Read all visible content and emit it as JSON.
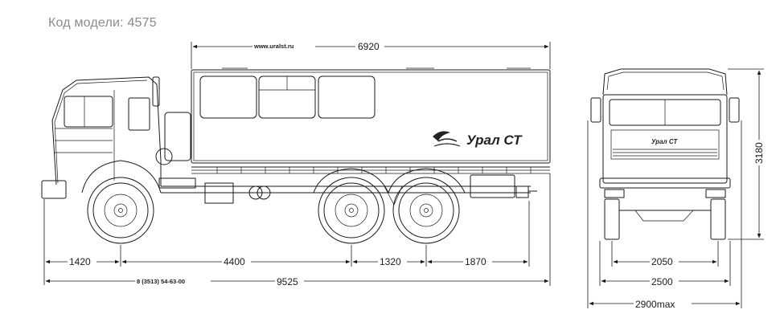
{
  "title": "Код модели: 4575",
  "website": "www.uralst.ru",
  "phone": "8 (3513) 54-63-00",
  "logo_text": "Урал СТ",
  "dimensions": {
    "body_length": "6920",
    "front_overhang": "1420",
    "wheelbase": "4400",
    "rear_axle_spacing": "1320",
    "rear_overhang": "1870",
    "overall_length": "9525",
    "height": "3180",
    "track": "2050",
    "width": "2500",
    "max_width": "2900max"
  }
}
